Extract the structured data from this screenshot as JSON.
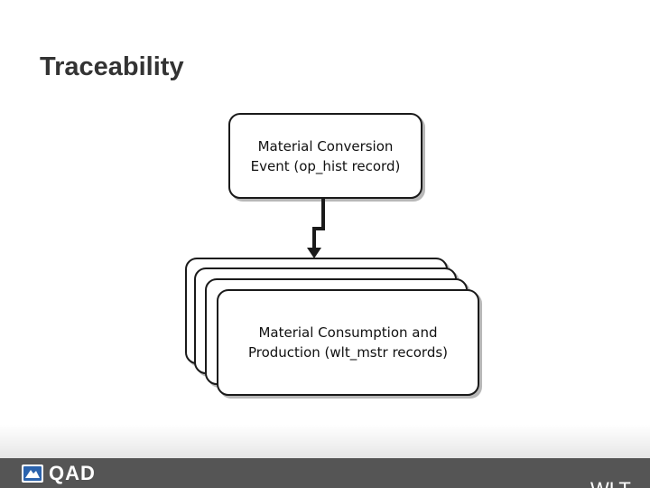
{
  "title": "Traceability",
  "top_box": {
    "line1": "Material Conversion",
    "line2": "Event (op_hist record)"
  },
  "bottom_box": {
    "line1": "Material Consumption and",
    "line2": "Production (wlt_mstr records)"
  },
  "footer": {
    "logo_text": "QAD",
    "slide_code": "WLT-"
  },
  "colors": {
    "footer_bar": "#555555",
    "box_border": "#1a1a1a",
    "title_text": "#333333",
    "logo_blue": "#2b63ad"
  }
}
